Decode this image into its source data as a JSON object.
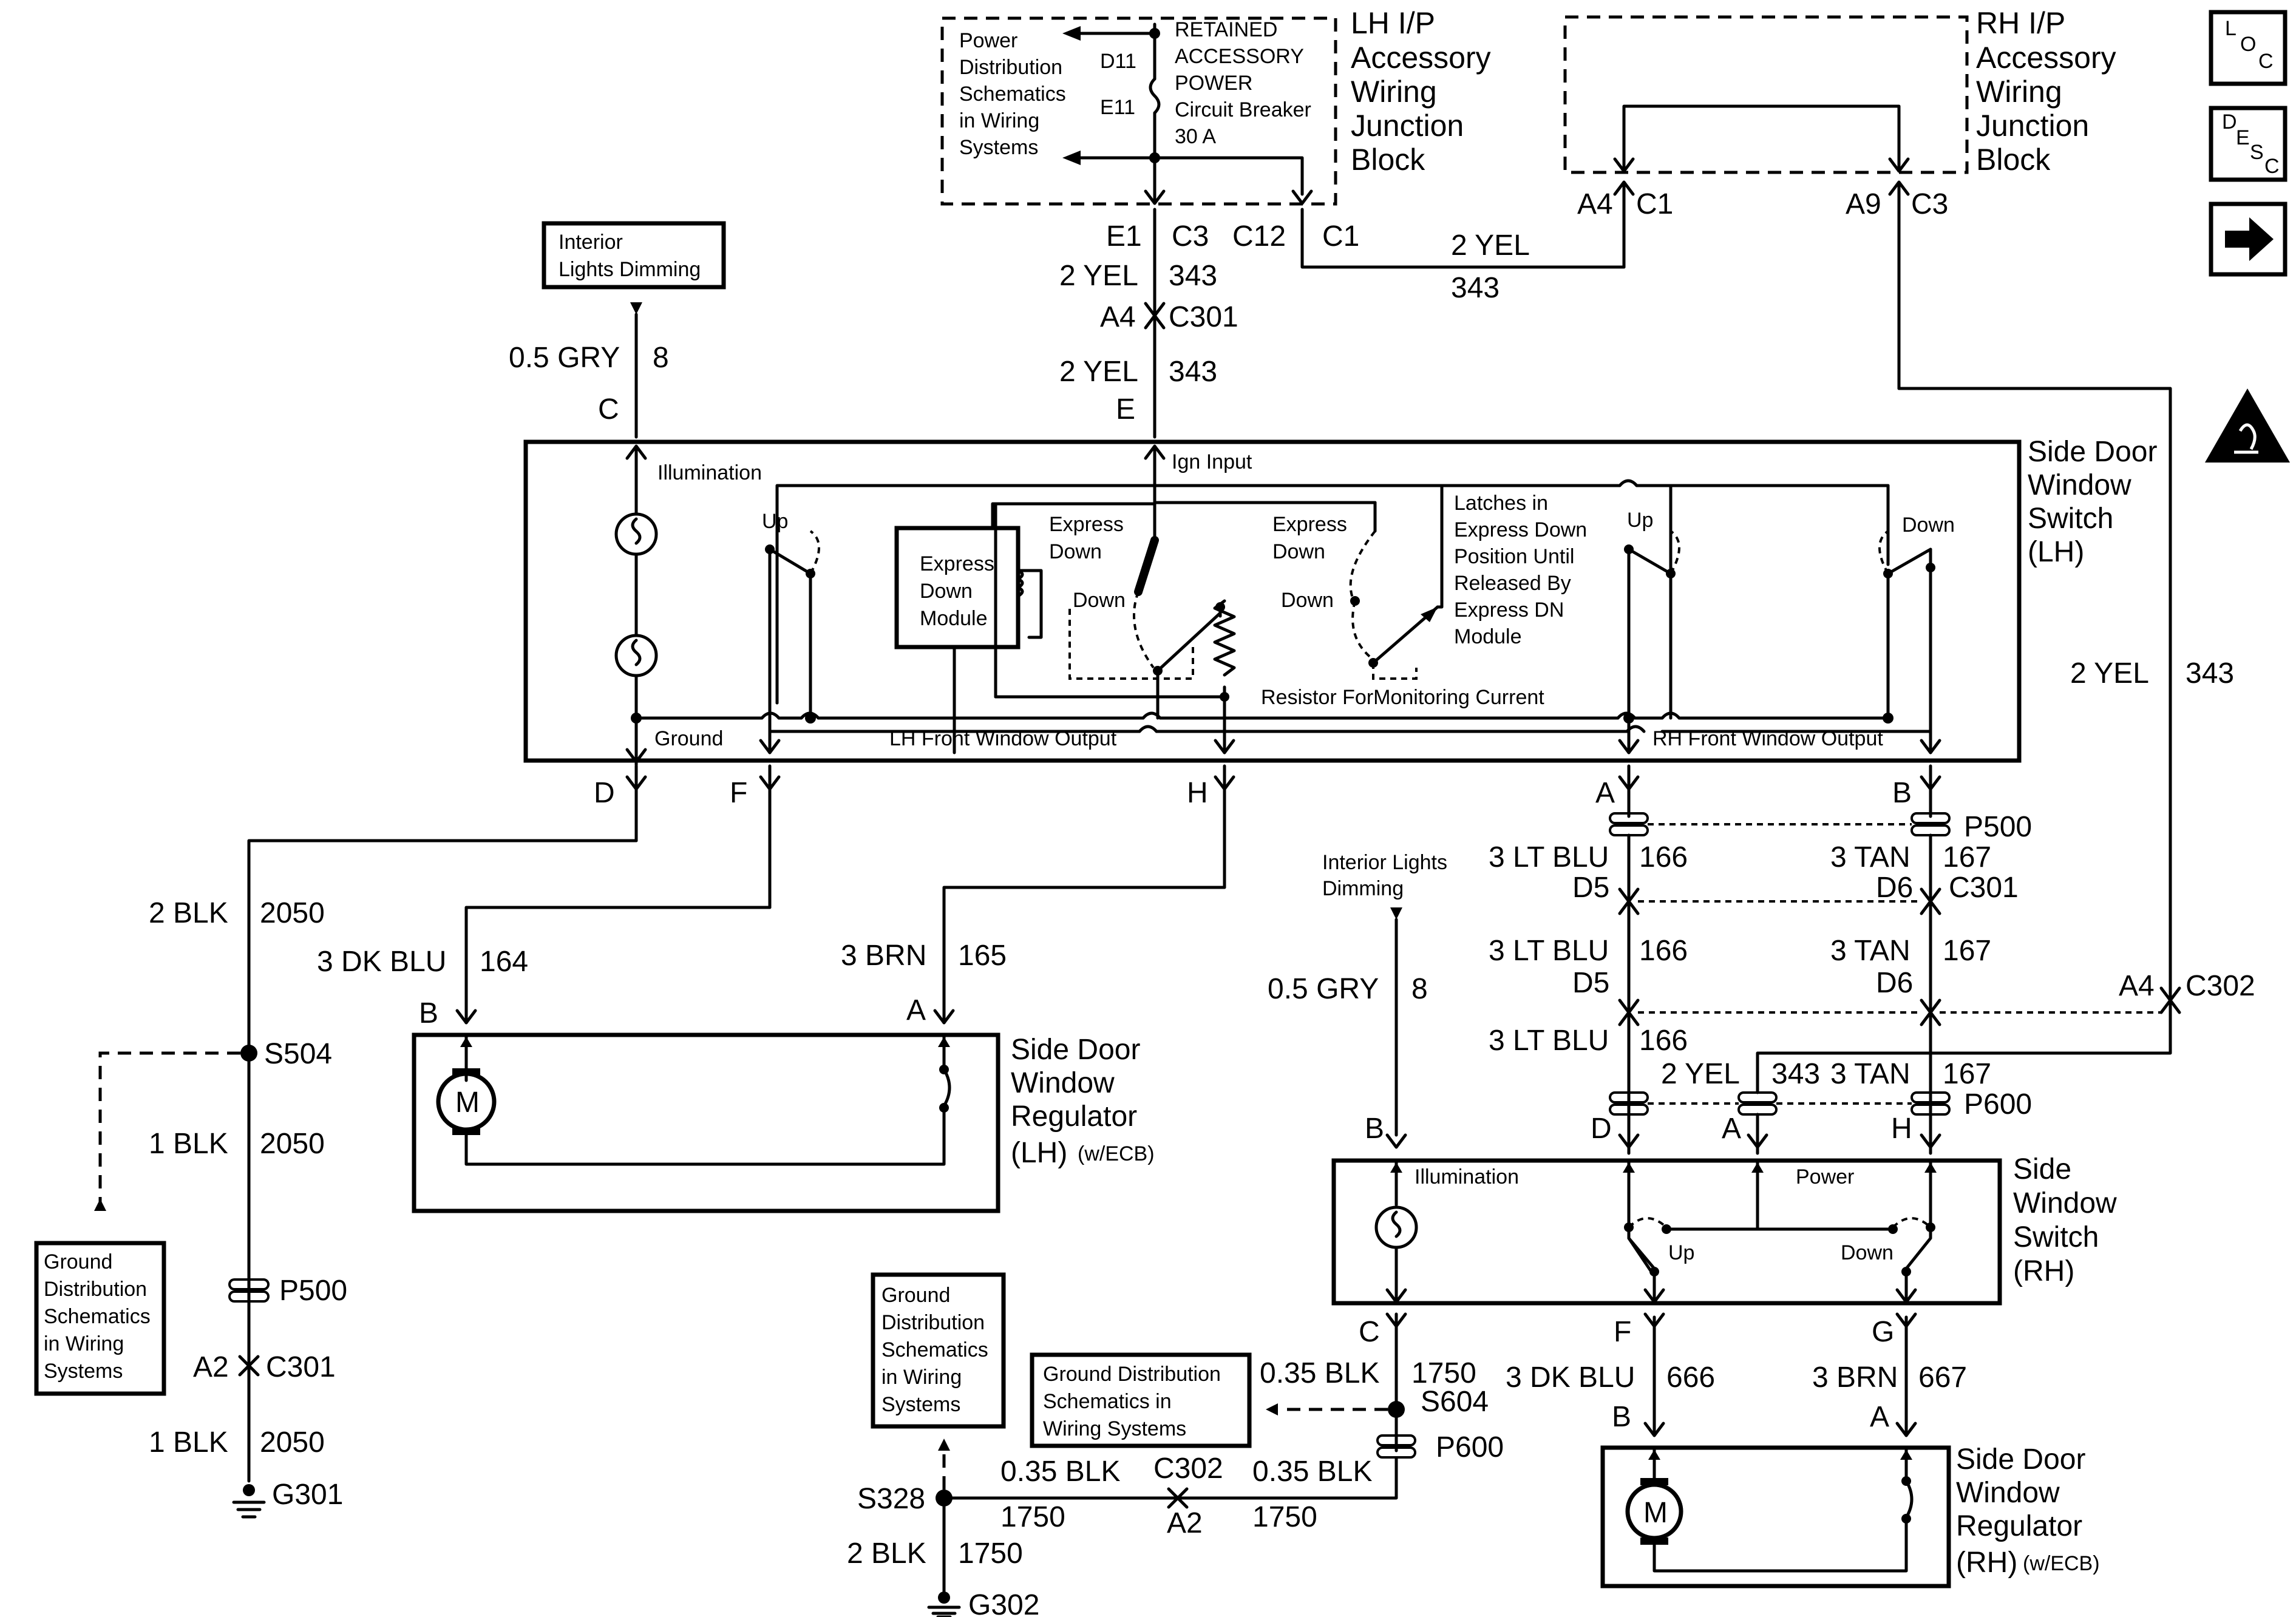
{
  "sidebar": {
    "loc_icon": "loc-icon",
    "desc_icon": "desc-icon",
    "next_icon": "arrow-right-icon",
    "esd_icon": "esd-warning-icon"
  },
  "lh_ip_block": {
    "title": [
      "LH I/P",
      "Accessory",
      "Wiring",
      "Junction",
      "Block"
    ],
    "power_dist_note": [
      "Power",
      "Distribution",
      "Schematics",
      "in Wiring",
      "Systems"
    ],
    "breaker": [
      "RETAINED",
      "ACCESSORY",
      "POWER",
      "Circuit Breaker",
      "30 A"
    ],
    "pins": [
      "D11",
      "E11",
      "E1",
      "C3",
      "C12",
      "C1"
    ]
  },
  "rh_ip_block": {
    "title": [
      "RH I/P",
      "Accessory",
      "Wiring",
      "Junction",
      "Block"
    ],
    "pins": [
      "A4",
      "C1",
      "A9",
      "C3"
    ]
  },
  "labels": {
    "w_2yel": "2 YEL",
    "w_343": "343",
    "c301": "C301",
    "a4": "A4",
    "e": "E",
    "c": "C",
    "interior_dimming_box": [
      "Interior",
      "Lights Dimming"
    ],
    "gry": "0.5 GRY",
    "n8": "8",
    "c302": "C302",
    "p500": "P500",
    "p600": "P600",
    "interior_dimming_rh": [
      "Interior Lights",
      "Dimming"
    ]
  },
  "lh_switch": {
    "title": [
      "Side Door",
      "Window",
      "Switch",
      "(LH)"
    ],
    "illumination": "Illumination",
    "ign_input": "Ign Input",
    "up": "Up",
    "express_down": [
      "Express",
      "Down"
    ],
    "express_down_module": [
      "Express",
      "Down",
      "Module"
    ],
    "down": "Down",
    "latches": [
      "Latches in",
      "Express Down",
      "Position Until",
      "Released By",
      "Express DN",
      "Module"
    ],
    "resistor": "Resistor ForMonitoring Current",
    "ground": "Ground",
    "lh_output": "LH Front Window Output",
    "rh_output": "RH Front Window Output",
    "pins": [
      "D",
      "F",
      "H",
      "A",
      "B"
    ]
  },
  "wires_left": {
    "blk2": "2 BLK",
    "n2050": "2050",
    "s504": "S504",
    "blk1": "1 BLK",
    "p500": "P500",
    "a2": "A2",
    "c301": "C301",
    "g301": "G301",
    "ground_dist": [
      "Ground",
      "Distribution",
      "Schematics",
      "in Wiring",
      "Systems"
    ],
    "dkblu": "3 DK BLU",
    "n164": "164",
    "brn": "3 BRN",
    "n165": "165",
    "b": "B",
    "a": "A"
  },
  "lh_regulator": {
    "title": [
      "Side Door",
      "Window",
      "Regulator",
      "(LH)"
    ],
    "suffix": "(w/ECB)",
    "motor": "M"
  },
  "rh_wires": {
    "ltblu": "3 LT BLU",
    "n166": "166",
    "tan": "3 TAN",
    "n167": "167",
    "d5": "D5",
    "d6": "D6",
    "c301": "C301",
    "a4": "A4",
    "c302": "C302",
    "yel": "2 YEL",
    "n343": "343",
    "p600": "P600",
    "pins": [
      "D",
      "A",
      "H",
      "B"
    ]
  },
  "rh_switch": {
    "title": [
      "Side",
      "Window",
      "Switch",
      "(RH)"
    ],
    "illumination": "Illumination",
    "power": "Power",
    "up": "Up",
    "down": "Down",
    "pins": [
      "C",
      "F",
      "G"
    ]
  },
  "rh_lower": {
    "blk035": "0.35 BLK",
    "n1750": "1750",
    "s604": "S604",
    "p600": "P600",
    "ground_dist_box1": [
      "Ground",
      "Distribution",
      "Schematics",
      "in Wiring",
      "Systems"
    ],
    "ground_dist_box2": [
      "Ground Distribution",
      "Schematics in",
      "Wiring Systems"
    ],
    "s328": "S328",
    "c302": "C302",
    "a2": "A2",
    "blk2": "2 BLK",
    "g302": "G302",
    "dkblu": "3 DK BLU",
    "n666": "666",
    "brn": "3 BRN",
    "n667": "667",
    "b": "B",
    "a": "A",
    "f": "F",
    "g": "G"
  },
  "rh_regulator": {
    "title": [
      "Side Door",
      "Window",
      "Regulator",
      "(RH)"
    ],
    "suffix": "(w/ECB)",
    "motor": "M"
  }
}
